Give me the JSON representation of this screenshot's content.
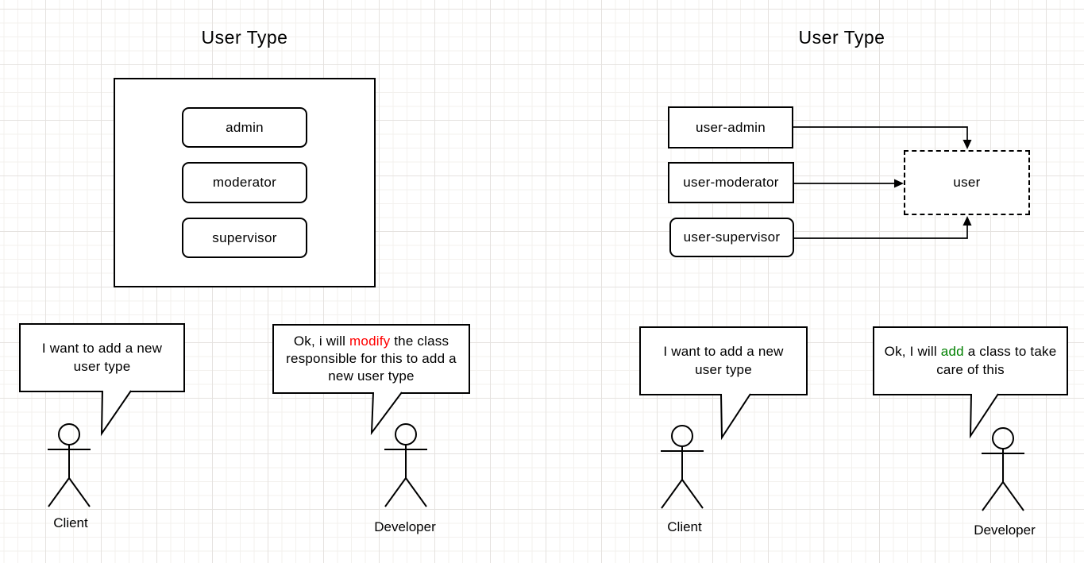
{
  "left_diagram": {
    "title": "User Type",
    "type_boxes": [
      "admin",
      "moderator",
      "supervisor"
    ]
  },
  "right_diagram": {
    "title": "User Type",
    "type_boxes": [
      "user-admin",
      "user-moderator",
      "user-supervisor"
    ],
    "base_box": "user"
  },
  "left_client": {
    "speech": "I want to add a new user type",
    "label": "Client"
  },
  "left_developer": {
    "speech_pre": "Ok, i will ",
    "speech_highlight": "modify",
    "speech_post": " the class responsible for this to add a new user type",
    "highlight_color": "#ff0000",
    "label": "Developer"
  },
  "right_client": {
    "speech": "I want to add a new user type",
    "label": "Client"
  },
  "right_developer": {
    "speech_pre": "Ok, I will ",
    "speech_highlight": "add",
    "speech_post": " a class to take care of this",
    "highlight_color": "#008000",
    "label": "Developer"
  }
}
